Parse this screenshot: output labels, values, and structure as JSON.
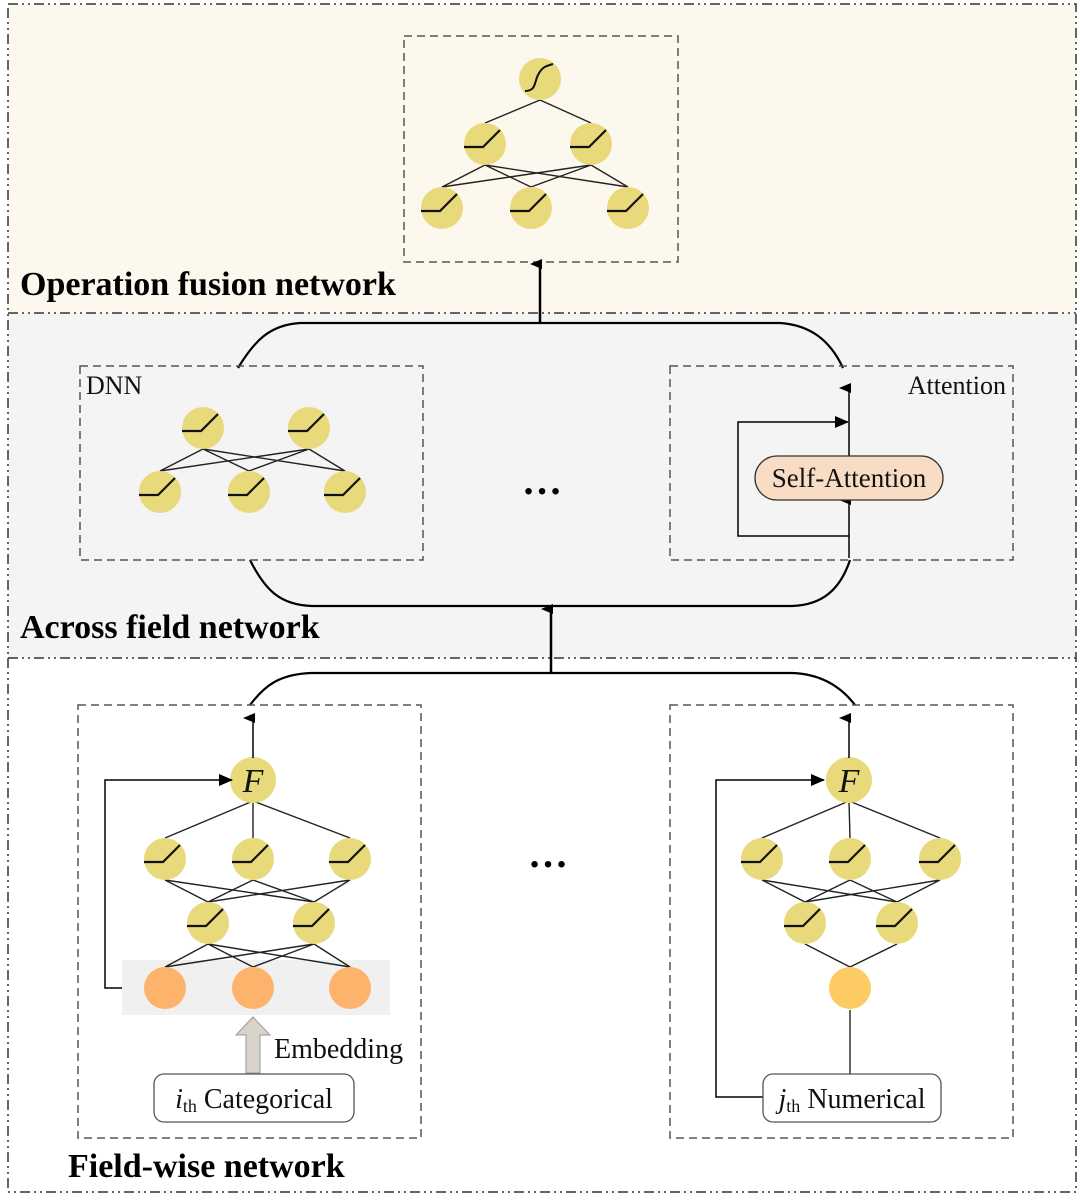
{
  "sections": {
    "operation_fusion": {
      "title": "Operation fusion network",
      "bg": "#fdf8ee"
    },
    "across_field": {
      "title": "Across field network",
      "bg": "#f4f4f4"
    },
    "field_wise": {
      "title": "Field-wise network",
      "bg": "#ffffff"
    }
  },
  "across_field_boxes": {
    "dnn_label": "DNN",
    "attention_label": "Attention",
    "self_attention_label": "Self-Attention",
    "ellipsis": "…"
  },
  "field_wise_boxes": {
    "categorical": {
      "fusion_node_label": "F",
      "embedding_label": "Embedding",
      "input_prefix": "i",
      "input_subscript": "th",
      "input_label": "Categorical"
    },
    "numerical": {
      "fusion_node_label": "F",
      "input_prefix": "j",
      "input_subscript": "th",
      "input_label": "Numerical"
    },
    "ellipsis": "…"
  },
  "colors": {
    "neuron": "#e8d97a",
    "embedding_node": "#fdb36c",
    "numeric_node": "#fdca63",
    "self_attention_fill": "#f8dcc4",
    "embedding_arrow": "#d8d3cb",
    "embedding_band": "#f0f0f0"
  }
}
